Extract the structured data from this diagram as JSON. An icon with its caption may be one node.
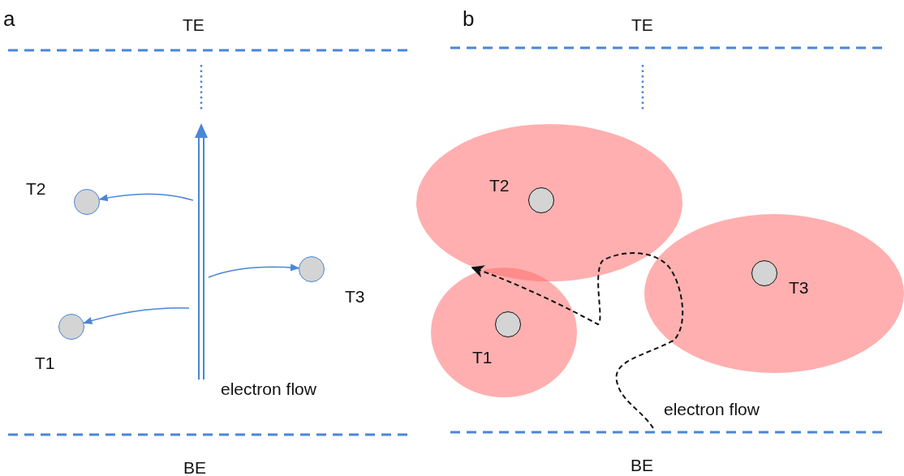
{
  "diagram": {
    "nodes": [
      {
        "text": [],
        "shape": "circle",
        "beside": [
          "T2"
        ]
      },
      {
        "text": [],
        "shape": "circle",
        "beside": [
          "T3"
        ]
      },
      {
        "text": [],
        "shape": "circle",
        "beside": [
          "T1"
        ]
      },
      {
        "text": [],
        "shape": "ellipse"
      },
      {
        "text": [],
        "shape": "circle",
        "in": 3,
        "beside": [
          "T2"
        ]
      },
      {
        "text": [],
        "shape": "ellipse"
      },
      {
        "text": [],
        "shape": "circle",
        "in": 5,
        "beside": [
          "T1"
        ]
      },
      {
        "text": [],
        "shape": "ellipse"
      },
      {
        "text": [],
        "shape": "circle",
        "in": 7,
        "beside": [
          "T3"
        ]
      }
    ],
    "edges": [
      {
        "from": null,
        "to": 0,
        "arrow": "to"
      },
      {
        "from": null,
        "to": 1,
        "arrow": "to"
      },
      {
        "from": null,
        "to": 2,
        "arrow": "to"
      }
    ],
    "labels": [
      "a",
      "TE",
      "b",
      "TE",
      "electron flow",
      "electron flow",
      "BE",
      "BE"
    ]
  }
}
